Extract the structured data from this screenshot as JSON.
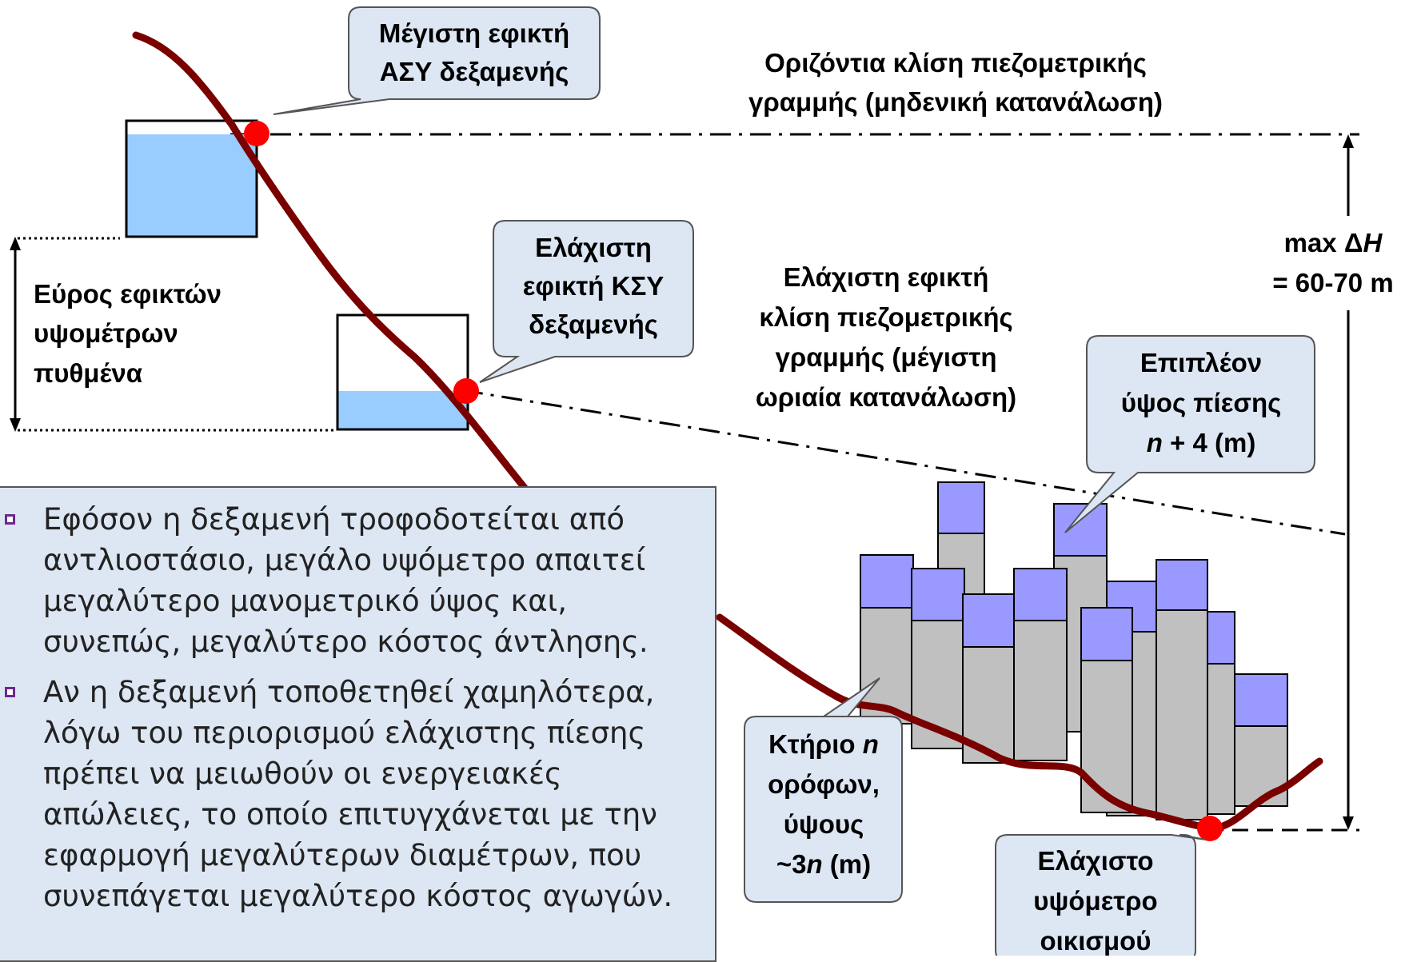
{
  "callouts": {
    "max_tank": [
      "Μέγιστη εφικτή",
      "ΑΣΥ δεξαμενής"
    ],
    "min_tank": [
      "Ελάχιστη",
      "εφικτή ΚΣΥ",
      "δεξαμενής"
    ],
    "extra_pressure": [
      "Επιπλέον",
      "ύψος πίεσης"
    ],
    "extra_pressure_formula": {
      "n": "n",
      "rest": " + 4 (m)"
    },
    "building": {
      "line1_a": "Κτήριο ",
      "line1_n": "n",
      "line2": "ορόφων,",
      "line3": "ύψους",
      "line4_a": "~3",
      "line4_n": "n",
      "line4_b": " (m)"
    },
    "min_elevation": [
      "Ελάχιστο",
      "υψόμετρο",
      "οικισμού"
    ]
  },
  "labels": {
    "horizontal_line": [
      "Οριζόντια κλίση πιεζομετρικής",
      "γραμμής (μηδενική κατανάλωση)"
    ],
    "min_slope": [
      "Ελάχιστη εφικτή",
      "κλίση πιεζομετρικής",
      "γραμμής (μέγιστη",
      "ωριαία κατανάλωση)"
    ],
    "bottom_range": [
      "Εύρος εφικτών",
      "υψομέτρων",
      "πυθμένα"
    ],
    "max_dh": {
      "line1_a": "max Δ",
      "line1_h": "H",
      "line2": "= 60-70 m"
    }
  },
  "bullets": [
    "Εφόσον η δεξαμενή τροφοδοτείται από αντλιοστάσιο, μεγάλο υψόμετρο απαιτεί μεγαλύτερο μανομετρικό ύψος και, συνεπώς, μεγαλύτερο κόστος άντλησης.",
    "Αν η δεξαμενή τοποθετηθεί χαμηλότερα, λόγω του περιορισμού ελάχιστης πίεσης πρέπει να μειωθούν οι ενεργειακές απώλειες, το οποίο επιτυγχάνεται με την εφαρμογή μεγαλύτερων διαμέτρων, που συνεπάγεται μεγαλύτερο κόστος αγωγών."
  ],
  "colors": {
    "terrain": "#7a0000",
    "water": "#99ccff",
    "building_body": "#c0c0c0",
    "building_top": "#9999ff",
    "marker": "#ff0000",
    "callout_fill": "#dde6f3",
    "textbox_fill": "#dde6f3",
    "bullet_marker": "#6b2a8c"
  }
}
